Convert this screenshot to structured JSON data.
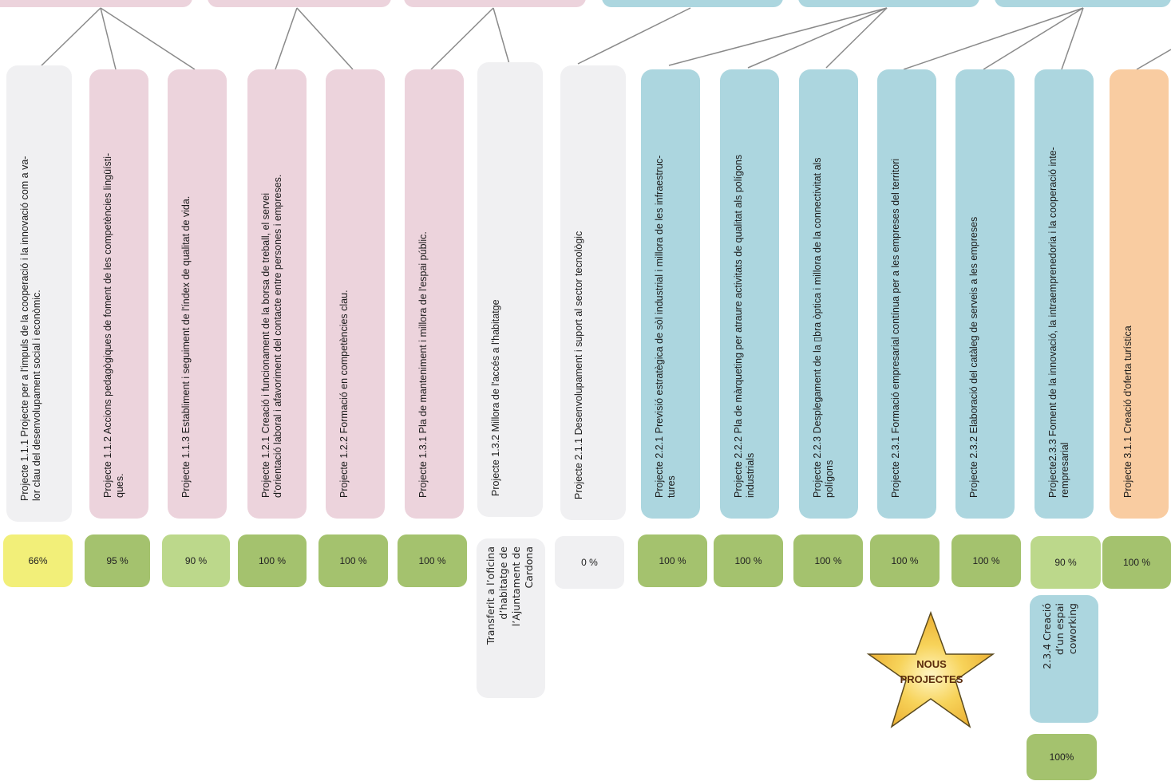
{
  "colors": {
    "grey_card": "#f0f0f2",
    "pink_card": "#ecd3dc",
    "blue_card": "#acd6df",
    "orange_card": "#f9cca1",
    "pct_yellow": "#f2ef79",
    "pct_green": "#a4c26e",
    "pct_light_green": "#bcd88b",
    "pct_grey": "#f0f0f2",
    "connector_line": "#8a8a8a",
    "star_fill": "#f2be3a",
    "star_outline": "#5b4a1e"
  },
  "parent_boxes": [
    {
      "color": "pink_card"
    },
    {
      "color": "pink_card"
    },
    {
      "color": "pink_card"
    },
    {
      "color": "blue_card"
    },
    {
      "color": "blue_card"
    },
    {
      "color": "blue_card"
    }
  ],
  "projects": [
    {
      "label": "Projecte 1.1.1 Projecte per a l'impuls de la cooperació i la innovació com a va-\nlor clau del desenvolupament social i econòmic.",
      "card_color": "grey_card",
      "progress": "66%",
      "progress_color": "pct_yellow"
    },
    {
      "label": "Projecte 1.1.2 Accions pedagògiques de foment de les competències lingüísti-\nques.",
      "card_color": "pink_card",
      "progress": "95 %",
      "progress_color": "pct_green"
    },
    {
      "label": "Projecte 1.1.3 Establiment i seguiment de l'índex de qualitat de vida.",
      "card_color": "pink_card",
      "progress": "90 %",
      "progress_color": "pct_light_green"
    },
    {
      "label": "Projecte 1.2.1 Creació i funcionament de la borsa de treball, el servei\nd'orientació laboral i afavoriment del contacte entre persones i empreses.",
      "card_color": "pink_card",
      "progress": "100 %",
      "progress_color": "pct_green"
    },
    {
      "label": "Projecte 1.2.2 Formació en competències clau.",
      "card_color": "pink_card",
      "progress": "100 %",
      "progress_color": "pct_green"
    },
    {
      "label": "Projecte 1.3.1 Pla de manteniment i millora de l'espai públic.",
      "card_color": "pink_card",
      "progress": "100 %",
      "progress_color": "pct_green"
    },
    {
      "label": "Projecte 1.3.2 Millora de l'accés a l'habitatge",
      "card_color": "grey_card",
      "progress": null,
      "progress_color": null
    },
    {
      "label": "Projecte 2.1.1 Desenvolupament i suport al sector tecnològic",
      "card_color": "grey_card",
      "progress": "0 %",
      "progress_color": "pct_grey"
    },
    {
      "label": "Projecte 2.2.1 Previsió estratègica de sòl industrial i millora de les infraestruc-\ntures",
      "card_color": "blue_card",
      "progress": "100 %",
      "progress_color": "pct_green"
    },
    {
      "label": "Projecte 2.2.2 Pla de màrqueting per atraure activitats de qualitat als polígons\nindustrials",
      "card_color": "blue_card",
      "progress": "100 %",
      "progress_color": "pct_green"
    },
    {
      "label": "Projecte 2.2.3 Desplegament de la ▯bra òptica i millora de la connectivitat als\npolígons",
      "card_color": "blue_card",
      "progress": "100 %",
      "progress_color": "pct_green"
    },
    {
      "label": "Projecte 2.3.1 Formació empresarial contínua per a les empreses del territori",
      "card_color": "blue_card",
      "progress": "100 %",
      "progress_color": "pct_green"
    },
    {
      "label": "Projecte 2.3.2 Elaboració del catàleg de serveis a les empreses",
      "card_color": "blue_card",
      "progress": "100 %",
      "progress_color": "pct_green"
    },
    {
      "label": "Projecte2.3.3 Foment de la innovació, la intraemprenedoria i la cooperació inte-\nrempresarial",
      "card_color": "blue_card",
      "progress": "90 %",
      "progress_color": "pct_light_green"
    },
    {
      "label": "Projecte 3.1.1 Creació d'oferta turística",
      "card_color": "orange_card",
      "progress": "100 %",
      "progress_color": "pct_green"
    }
  ],
  "notes": {
    "transfer_note": "Transferit a l’oficina\nd’habitatge de\nl’Ajuntament de\nCardona",
    "new_project_label": "2.3.4 Creació\nd’un espai\ncoworking",
    "new_project_progress": "100%"
  },
  "star": {
    "line1": "NOUS",
    "line2": "PROJECTES"
  }
}
